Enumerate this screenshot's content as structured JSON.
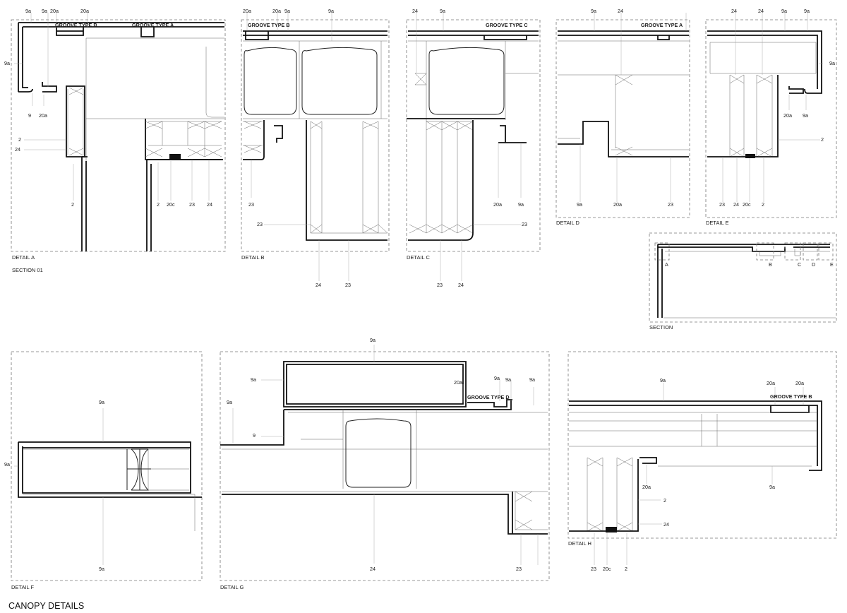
{
  "sheet_title": "CANOPY DETAILS",
  "details": {
    "a": {
      "caption": "DETAIL A",
      "tags": [
        "9a",
        "9a",
        "20a",
        "20a",
        "9a",
        "9",
        "20a",
        "2",
        "24",
        "2",
        "2",
        "20c",
        "23",
        "24"
      ],
      "grooves": [
        "GROOVE TYPE B",
        "GROOVE TYPE A"
      ]
    },
    "section01": {
      "caption": "SECTION 01"
    },
    "b": {
      "caption": "DETAIL B",
      "tags": [
        "20a",
        "20a",
        "9a",
        "9a",
        "23",
        "23",
        "24",
        "23"
      ],
      "grooves": [
        "GROOVE TYPE B"
      ]
    },
    "c": {
      "caption": "DETAIL C",
      "tags": [
        "24",
        "9a",
        "20a",
        "9a",
        "23",
        "23",
        "24"
      ],
      "grooves": [
        "GROOVE TYPE C"
      ]
    },
    "d": {
      "caption": "DETAIL D",
      "tags": [
        "9a",
        "24",
        "9a",
        "20a",
        "23"
      ],
      "grooves": [
        "GROOVE TYPE A"
      ]
    },
    "e": {
      "caption": "DETAIL E",
      "tags": [
        "24",
        "24",
        "9a",
        "9a",
        "9a",
        "20a",
        "9a",
        "2",
        "23",
        "24",
        "20c",
        "2"
      ]
    },
    "key": {
      "caption": "SECTION",
      "markers": [
        "A",
        "B",
        "C",
        "D",
        "E"
      ]
    },
    "f": {
      "caption": "DETAIL F",
      "tags": [
        "9a",
        "9a",
        "9a"
      ]
    },
    "g": {
      "caption": "DETAIL G",
      "tags": [
        "9a",
        "9a",
        "9a",
        "20a",
        "9a",
        "9a",
        "9",
        "9a",
        "24",
        "23"
      ],
      "grooves": [
        "GROOVE TYPE D"
      ]
    },
    "h": {
      "caption": "DETAIL H",
      "tags": [
        "9a",
        "20a",
        "20a",
        "20a",
        "9a",
        "2",
        "24",
        "23",
        "20c",
        "2"
      ],
      "grooves": [
        "GROOVE TYPE B"
      ]
    }
  }
}
